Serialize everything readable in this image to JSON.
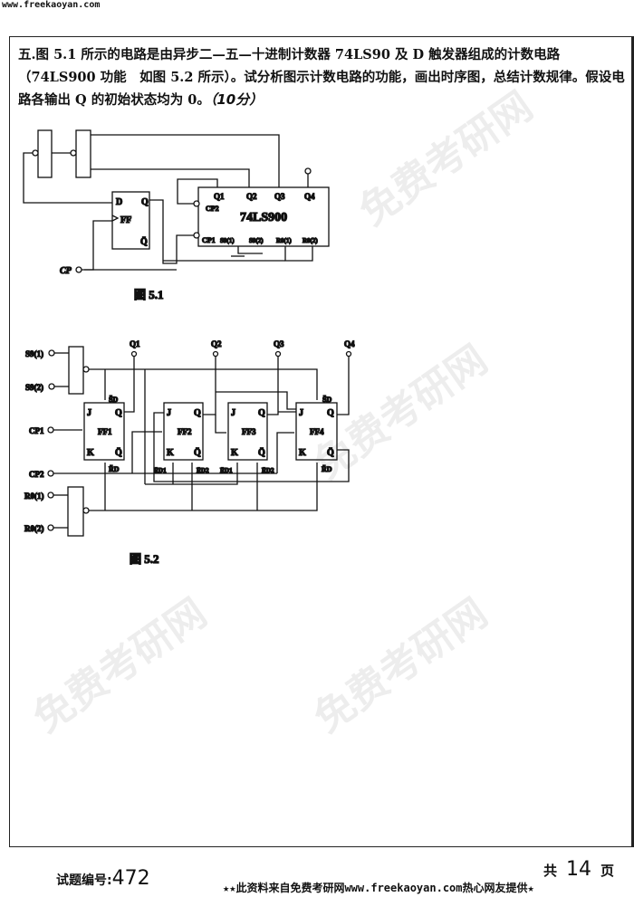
{
  "header": {
    "site": "www.freekaoyan.com"
  },
  "question": {
    "text": "五.图 5.1 所示的电路是由异步二—五—十进制计数器 74LS90 及 D 触发器组成的计数电路（74LS900 功能　如图 5.2 所示）。试分析图示计数电路的功能，画出时序图，总结计数规律。假设电路各输出 Q 的初始状态均为 0。",
    "score": "（10分）"
  },
  "figure1": {
    "caption": "图 5.1",
    "chip": "74LS900",
    "ff": "FF",
    "d": "D",
    "q": "Q",
    "qbar": "Q̄",
    "cp": "CP",
    "pins": {
      "q1": "Q1",
      "q2": "Q2",
      "q3": "Q3",
      "q4": "Q4",
      "cp2": "CP2",
      "cp1": "CP1",
      "s91": "S9(1)",
      "s92": "S9(2)",
      "r01": "R0(1)",
      "r02": "R0(2)"
    }
  },
  "figure2": {
    "caption": "图 5.2",
    "inputs": {
      "s91": "S9(1)",
      "s92": "S9(2)",
      "cp1": "CP1",
      "cp2": "CP2",
      "r01": "R0(1)",
      "r02": "R0(2)"
    },
    "outputs": [
      "Q1",
      "Q2",
      "Q3",
      "Q4"
    ],
    "flipflops": [
      "FF1",
      "FF2",
      "FF3",
      "FF4"
    ],
    "j": "J",
    "k": "K",
    "q": "Q",
    "qbar": "Q̄",
    "sd": "S̄D",
    "rd": "R̄D",
    "rd1": "R̄D1",
    "rd2": "R̄D2"
  },
  "watermark": {
    "brand": "免费考研网",
    "url": "www.freekaoyan.com"
  },
  "footer": {
    "code_label": "试题编号:",
    "code_value": "472",
    "total_prefix": "共",
    "total_pages": "14",
    "total_suffix": "页",
    "notice": "★★此资料来自免费考研网www.freekaoyan.com热心网友提供★"
  }
}
